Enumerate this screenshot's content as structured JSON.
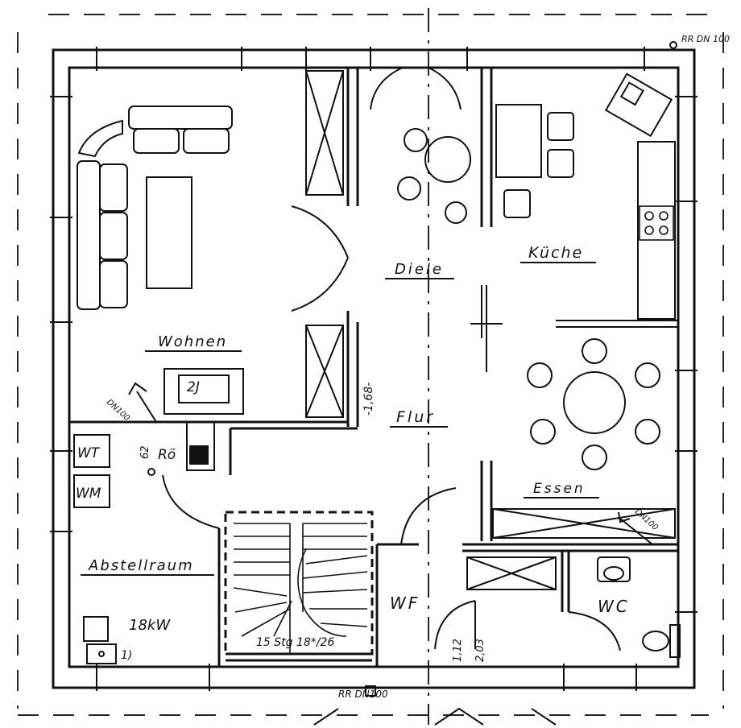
{
  "rooms": {
    "wohnen": "Wohnen",
    "diele": "Diele",
    "kueche": "Küche",
    "flur": "Flur",
    "essen": "Essen",
    "abstellraum": "Abstellraum",
    "wf": "WF",
    "wc": "WC"
  },
  "appliances": {
    "wt": "WT",
    "wm": "WM",
    "roe": "Rö",
    "fireplace": "2J"
  },
  "annotations": {
    "rr_top": "RR DN 100",
    "rr_bottom": "RR DN100",
    "dn_left": "DN100",
    "dn_essen": "DN100",
    "dim_168": "-1,68-",
    "dim_62": "62",
    "dim_112": "1,12",
    "dim_203": "2,03",
    "stairs": "15 Stg 18*/26",
    "heater": "18kW",
    "footnote": "1)"
  }
}
